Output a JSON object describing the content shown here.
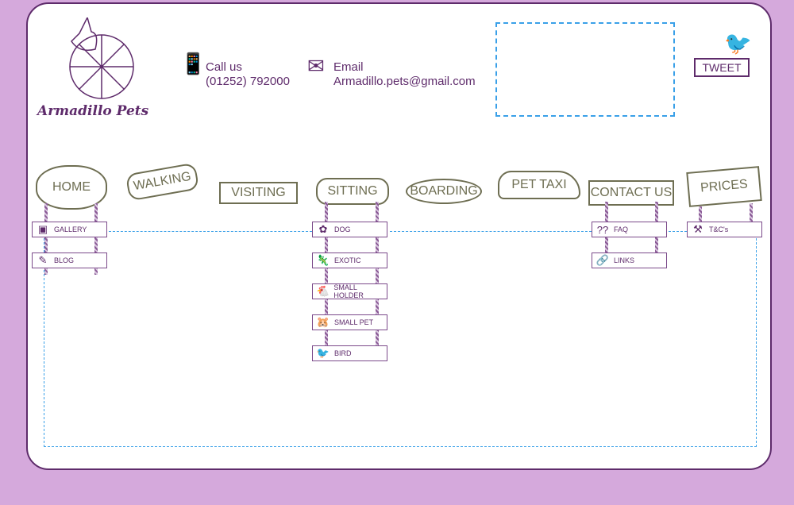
{
  "brand": {
    "name": "Armadillo Pets"
  },
  "phone": {
    "label": "Call us",
    "number": "(01252) 792000"
  },
  "email": {
    "label": "Email",
    "address": "Armadillo.pets@gmail.com"
  },
  "tweet": {
    "label": "TWEET"
  },
  "nav": [
    {
      "label": "HOME",
      "sub": [
        {
          "label": "GALLERY",
          "icon": "camera-icon"
        },
        {
          "label": "BLOG",
          "icon": "pen-icon"
        }
      ]
    },
    {
      "label": "WALKING",
      "sub": []
    },
    {
      "label": "VISITING",
      "sub": []
    },
    {
      "label": "SITTING",
      "sub": [
        {
          "label": "DOG",
          "icon": "paw-icon"
        },
        {
          "label": "EXOTIC",
          "icon": "lizard-icon"
        },
        {
          "label": "SMALL HOLDER",
          "icon": "chicken-icon"
        },
        {
          "label": "SMALL PET",
          "icon": "hamster-icon"
        },
        {
          "label": "BIRD",
          "icon": "bird-icon"
        }
      ]
    },
    {
      "label": "BOARDING",
      "sub": []
    },
    {
      "label": "PET TAXI",
      "sub": []
    },
    {
      "label": "CONTACT US",
      "sub": [
        {
          "label": "FAQ",
          "icon": "question-icon"
        },
        {
          "label": "LINKS",
          "icon": "chain-link-icon"
        }
      ]
    },
    {
      "label": "PRICES",
      "sub": [
        {
          "label": "T&C's",
          "icon": "gavel-icon"
        }
      ]
    }
  ],
  "colors": {
    "purple": "#5e2b6b",
    "olive": "#6e6e52",
    "blue": "#3aa0e8",
    "background": "#d5a9dc"
  }
}
